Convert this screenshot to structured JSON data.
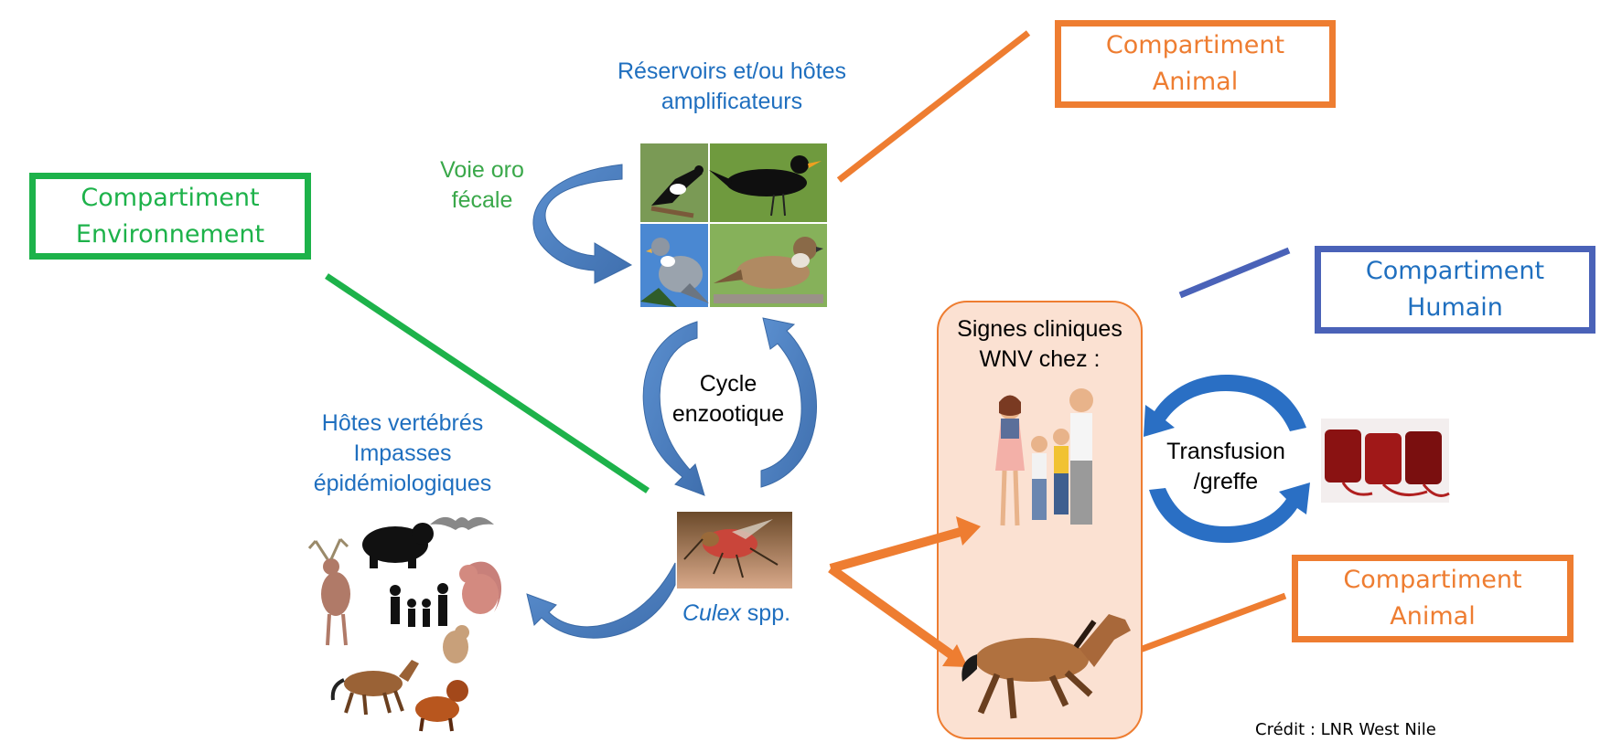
{
  "compartments": {
    "environment": {
      "line1": "Compartiment",
      "line2": "Environnement",
      "color": "#1db24a"
    },
    "animal_top": {
      "line1": "Compartiment",
      "line2": "Animal",
      "color": "#ee7d31"
    },
    "human": {
      "line1": "Compartiment",
      "line2": "Humain",
      "color": "#4a62b8"
    },
    "animal_bottom": {
      "line1": "Compartiment",
      "line2": "Animal",
      "color": "#ee7d31"
    }
  },
  "labels": {
    "reservoirs": {
      "line1": "Réservoirs et/ou hôtes",
      "line2": "amplificateurs"
    },
    "oral_fecal": {
      "line1": "Voie oro",
      "line2": "fécale"
    },
    "cycle": {
      "line1": "Cycle",
      "line2": "enzootique"
    },
    "dead_end_hosts": {
      "line1": "Hôtes vertébrés",
      "line2": "Impasses",
      "line3": "épidémiologiques"
    },
    "vector_genus": "Culex",
    "vector_suffix": " spp.",
    "clinical_signs": {
      "line1": "Signes cliniques",
      "line2": "WNV chez :"
    },
    "transfusion": {
      "line1": "Transfusion",
      "line2": "/greffe"
    }
  },
  "credit": "Crédit : LNR West Nile",
  "icons": [
    "magpie-icon",
    "blackbird-icon",
    "pigeon-icon",
    "sparrow-icon",
    "mosquito-icon",
    "family-icon",
    "horse-icon",
    "blood-bags-icon",
    "bear-icon",
    "bat-icon",
    "squirrel-icon",
    "deer-icon",
    "dog-icon"
  ],
  "colors": {
    "arrow_blue": "#4a7fc1",
    "arrow_orange": "#ee7d31",
    "clinical_bg": "#fbe1d2",
    "text_blue": "#1f6fbf",
    "text_green": "#3aa84a"
  }
}
